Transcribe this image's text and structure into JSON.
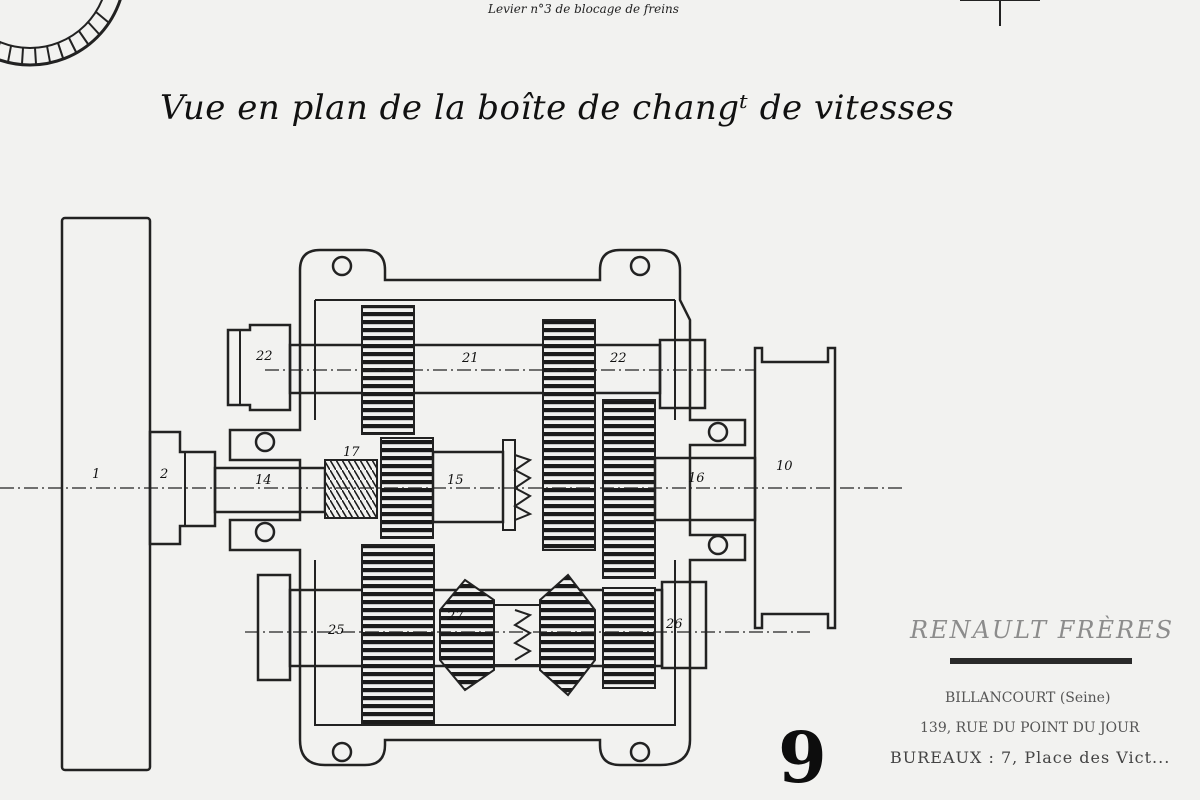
{
  "drawing": {
    "top_caption": "Levier n°3 de blocage de freins",
    "title": "Vue en plan de la boîte de changᵗ de vitesses",
    "part_labels": {
      "p1": "1",
      "p2": "2",
      "p10": "10",
      "p14": "14",
      "p15": "15",
      "p16": "16",
      "p17": "17",
      "p21": "21",
      "p22a": "22",
      "p22b": "22",
      "p25": "25",
      "p26": "26",
      "p27": "27"
    },
    "sheet_number": "9"
  },
  "stamp": {
    "company": "RENAULT FRÈRES",
    "line1": "BILLANCOURT (Seine)",
    "line2": "139, RUE DU POINT DU JOUR",
    "line3": "BUREAUX : 7, Place des Vict..."
  }
}
